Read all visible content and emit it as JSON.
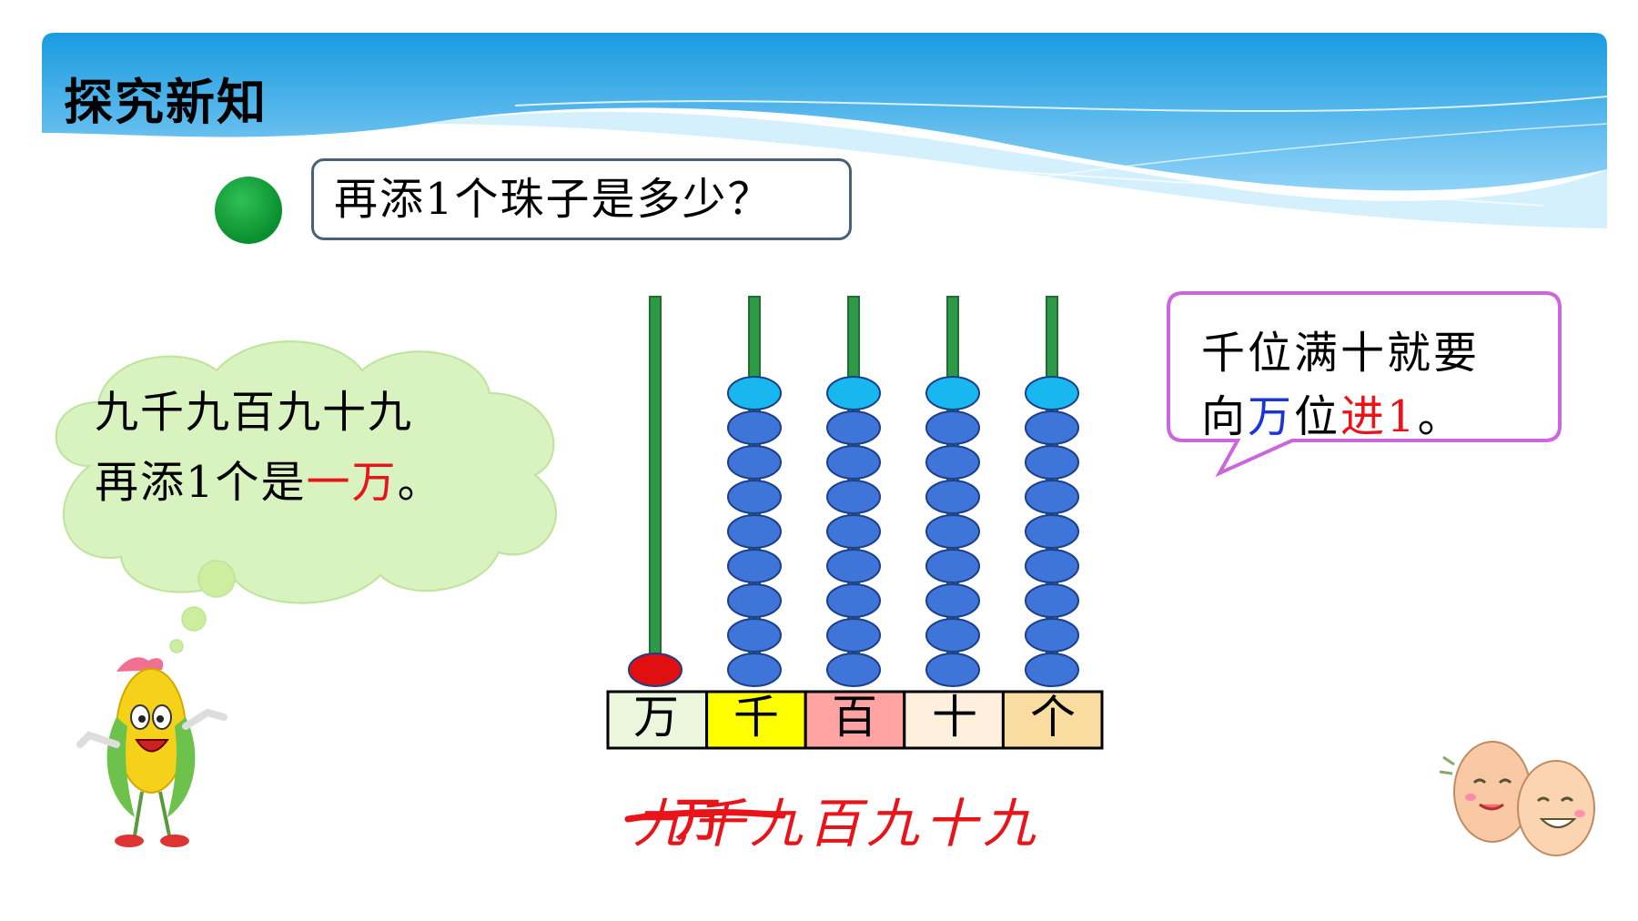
{
  "header": {
    "title": "探究新知"
  },
  "question": {
    "text": "再添1个珠子是多少？"
  },
  "cloud": {
    "line1": "九千九百九十九",
    "line2_prefix": "再添1个是",
    "line2_highlight": "一万",
    "line2_suffix": "。"
  },
  "bubble": {
    "line1": "千位满十就要",
    "line2_part1": "向",
    "line2_blue": "万",
    "line2_part2": "位",
    "line2_red": "进1",
    "line2_end": "。"
  },
  "abacus": {
    "places": [
      "万",
      "千",
      "百",
      "十",
      "个"
    ],
    "beads": [
      1,
      9,
      9,
      9,
      9
    ],
    "top_bead_color": "#19b7ef",
    "bead_color": "#3f74d9",
    "wan_bead_color": "#e01010",
    "rod_color": "#2e9a48",
    "label_colors": [
      "#eaf7dc",
      "#ffff00",
      "#ffa3a3",
      "#fef0dc",
      "#f9dca0"
    ]
  },
  "answer": {
    "text": "九千九百九十九",
    "struck_text": "一万"
  },
  "colors": {
    "accent_red": "#e8141a",
    "accent_blue": "#1a35d8",
    "banner": "#2aa8e8"
  }
}
